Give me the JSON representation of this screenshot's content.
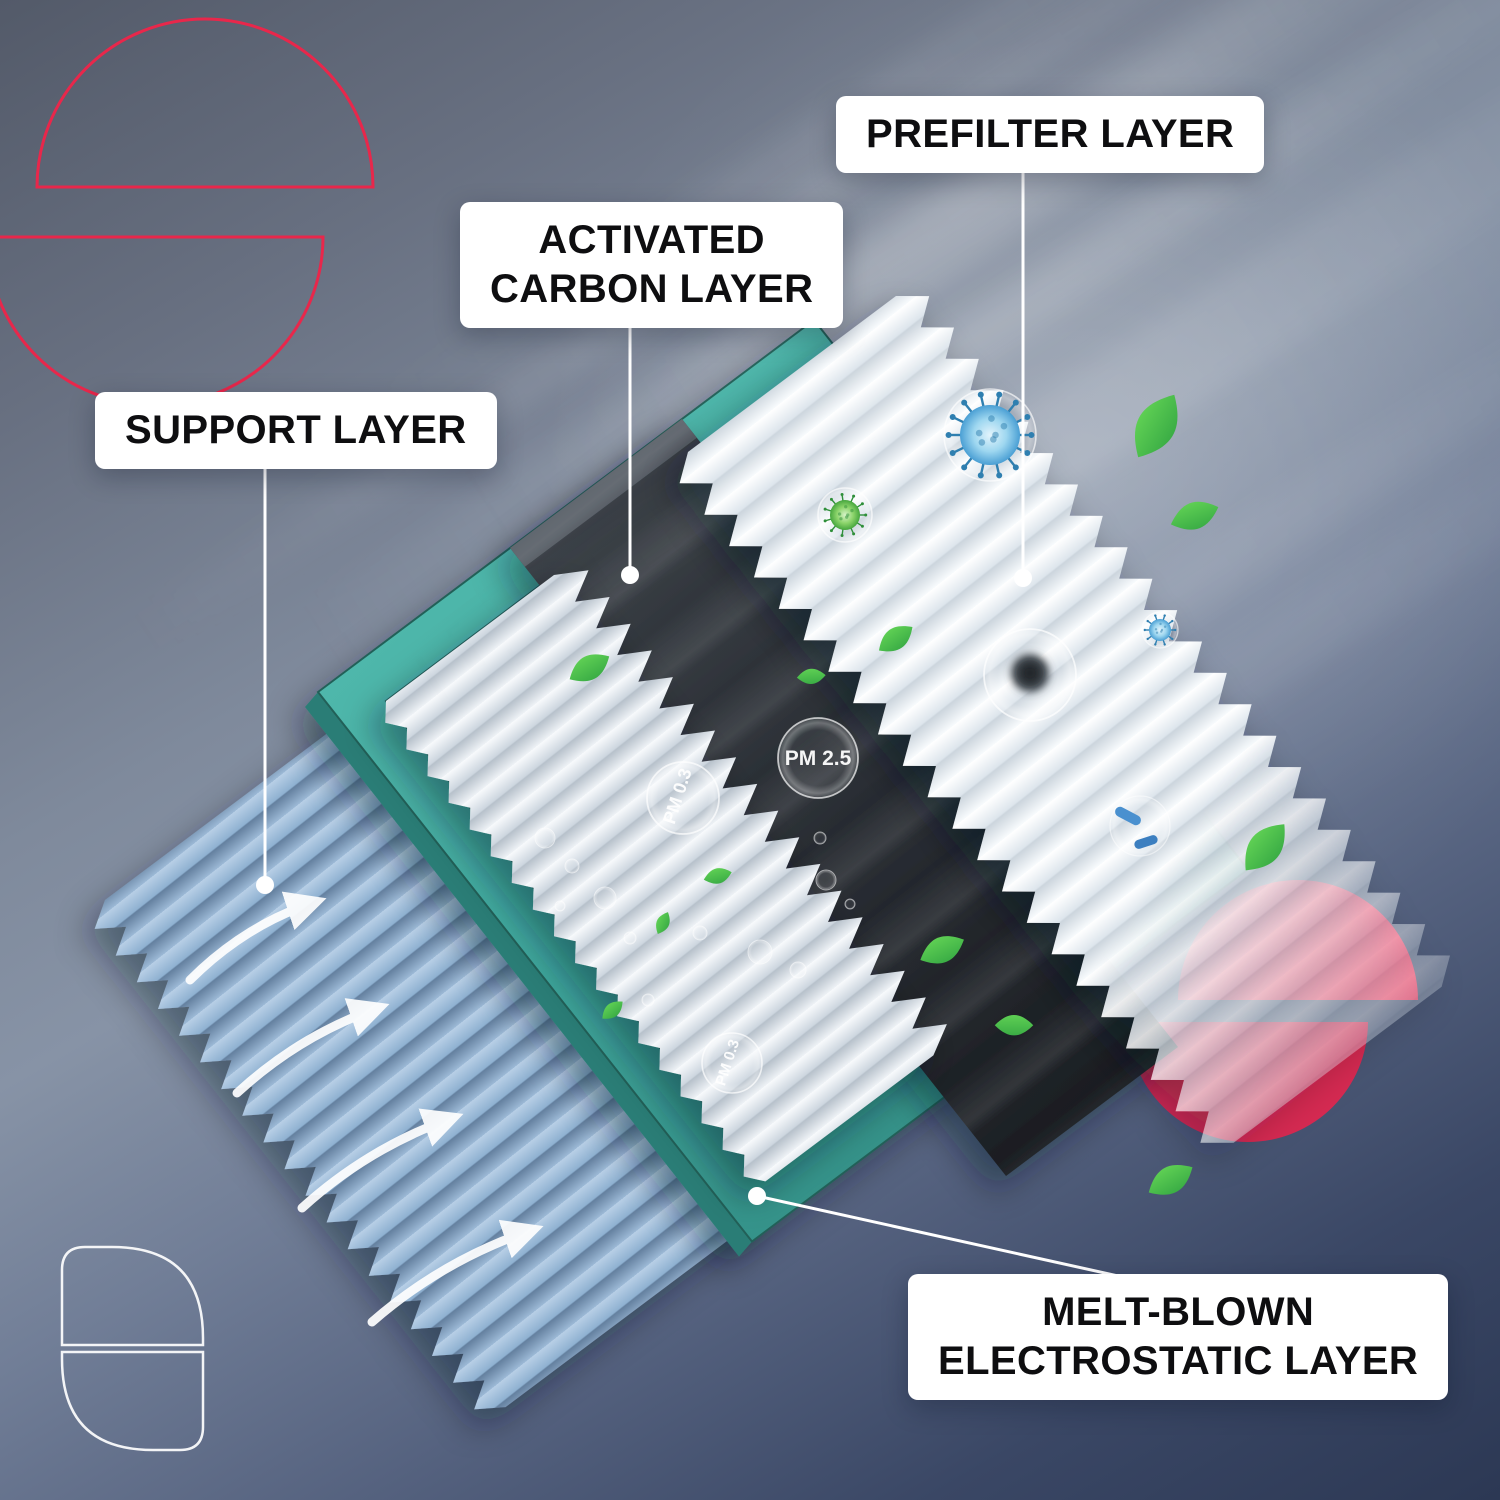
{
  "callouts": {
    "support": {
      "label": "SUPPORT LAYER"
    },
    "activated_carbon": {
      "line1": "ACTIVATED",
      "line2": "CARBON LAYER"
    },
    "prefilter": {
      "label": "PREFILTER LAYER"
    },
    "melt_blown": {
      "line1": "MELT-BLOWN",
      "line2": "ELECTROSTATIC LAYER"
    }
  },
  "particle_labels": {
    "pm25": "PM 2.5",
    "pm03_large": "PM 0.3",
    "pm03_small": "PM 0.3"
  },
  "colors": {
    "accent_red": "#e8274b",
    "brand_pink_top": "#ee4166",
    "brand_pink_bottom": "#d62a52",
    "frame_teal": "#3fa89e",
    "leaf_green": "#3fbf49",
    "carbon_dark": "#2e3238",
    "support_blue": "#7da3c8",
    "prefilter_white": "#f2f6fa",
    "label_bg": "#ffffff",
    "label_text": "#0e0e10"
  }
}
